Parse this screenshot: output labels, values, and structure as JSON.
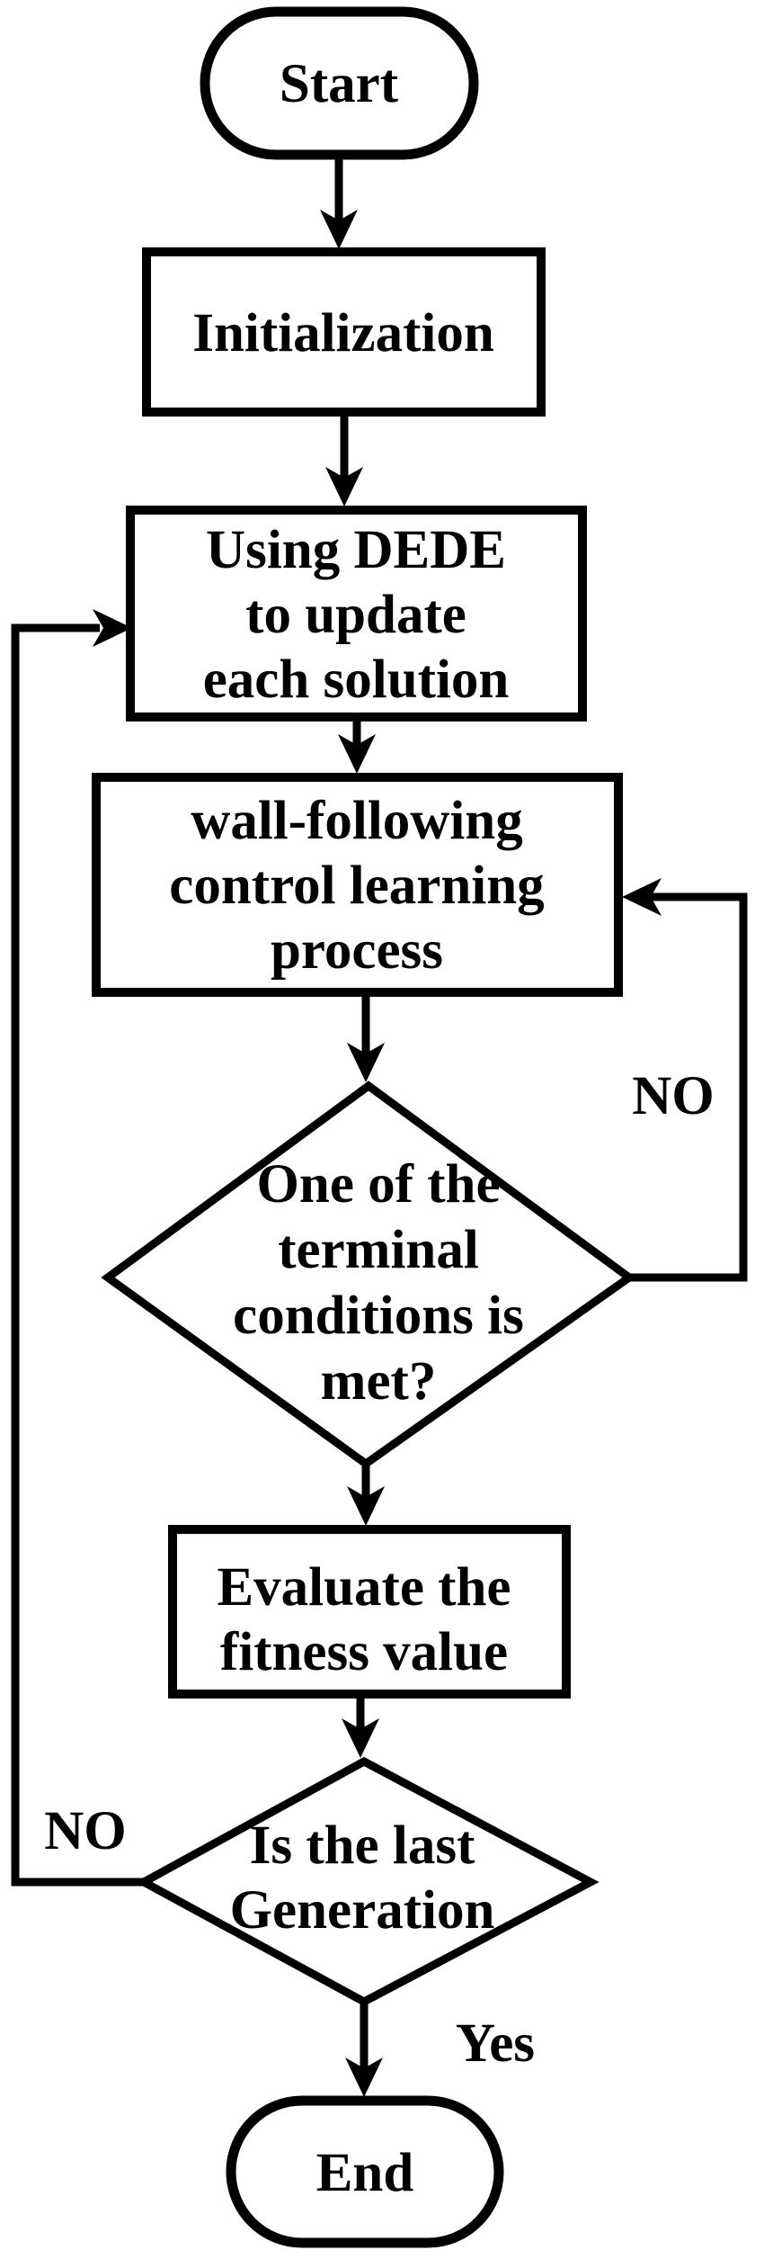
{
  "colors": {
    "ink": "#000000",
    "paper": "#ffffff"
  },
  "nodes": {
    "start": {
      "type": "terminator",
      "label": "Start"
    },
    "initialization": {
      "type": "process",
      "label": "Initialization"
    },
    "update_solution": {
      "type": "process",
      "lines": [
        "Using DEDE",
        "to update",
        "each solution"
      ]
    },
    "wall_following": {
      "type": "process",
      "lines": [
        "wall-following",
        "control learning",
        "process"
      ]
    },
    "terminal_conditions": {
      "type": "decision",
      "lines": [
        "One of the",
        "terminal",
        "conditions is",
        "met?"
      ]
    },
    "evaluate_fitness": {
      "type": "process",
      "lines": [
        "Evaluate the",
        "fitness value"
      ]
    },
    "last_generation": {
      "type": "decision",
      "lines": [
        "Is the last",
        "Generation"
      ]
    },
    "end": {
      "type": "terminator",
      "label": "End"
    }
  },
  "edge_labels": {
    "wall_following_loop_no": "NO",
    "generation_loop_no": "NO",
    "to_end_yes": "Yes"
  }
}
